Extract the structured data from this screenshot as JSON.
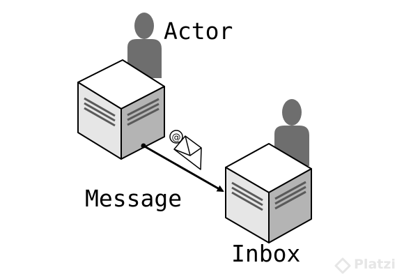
{
  "diagram": {
    "nodes": [
      {
        "id": "actor",
        "label": "Actor",
        "icon": "person-server-icon"
      },
      {
        "id": "inbox",
        "label": "Inbox",
        "icon": "person-server-icon"
      }
    ],
    "edges": [
      {
        "from": "actor",
        "to": "inbox",
        "label": "Message",
        "icon": "email-envelope-icon"
      }
    ]
  },
  "watermark": {
    "text": "Platzi"
  },
  "colors": {
    "person": "#6e6e6e",
    "cube_top": "#ffffff",
    "cube_left": "#e6e6e6",
    "cube_right": "#b4b4b4",
    "cube_lines": "#5a5a5a",
    "arrow": "#000000",
    "watermark": "#e6e6e6"
  }
}
